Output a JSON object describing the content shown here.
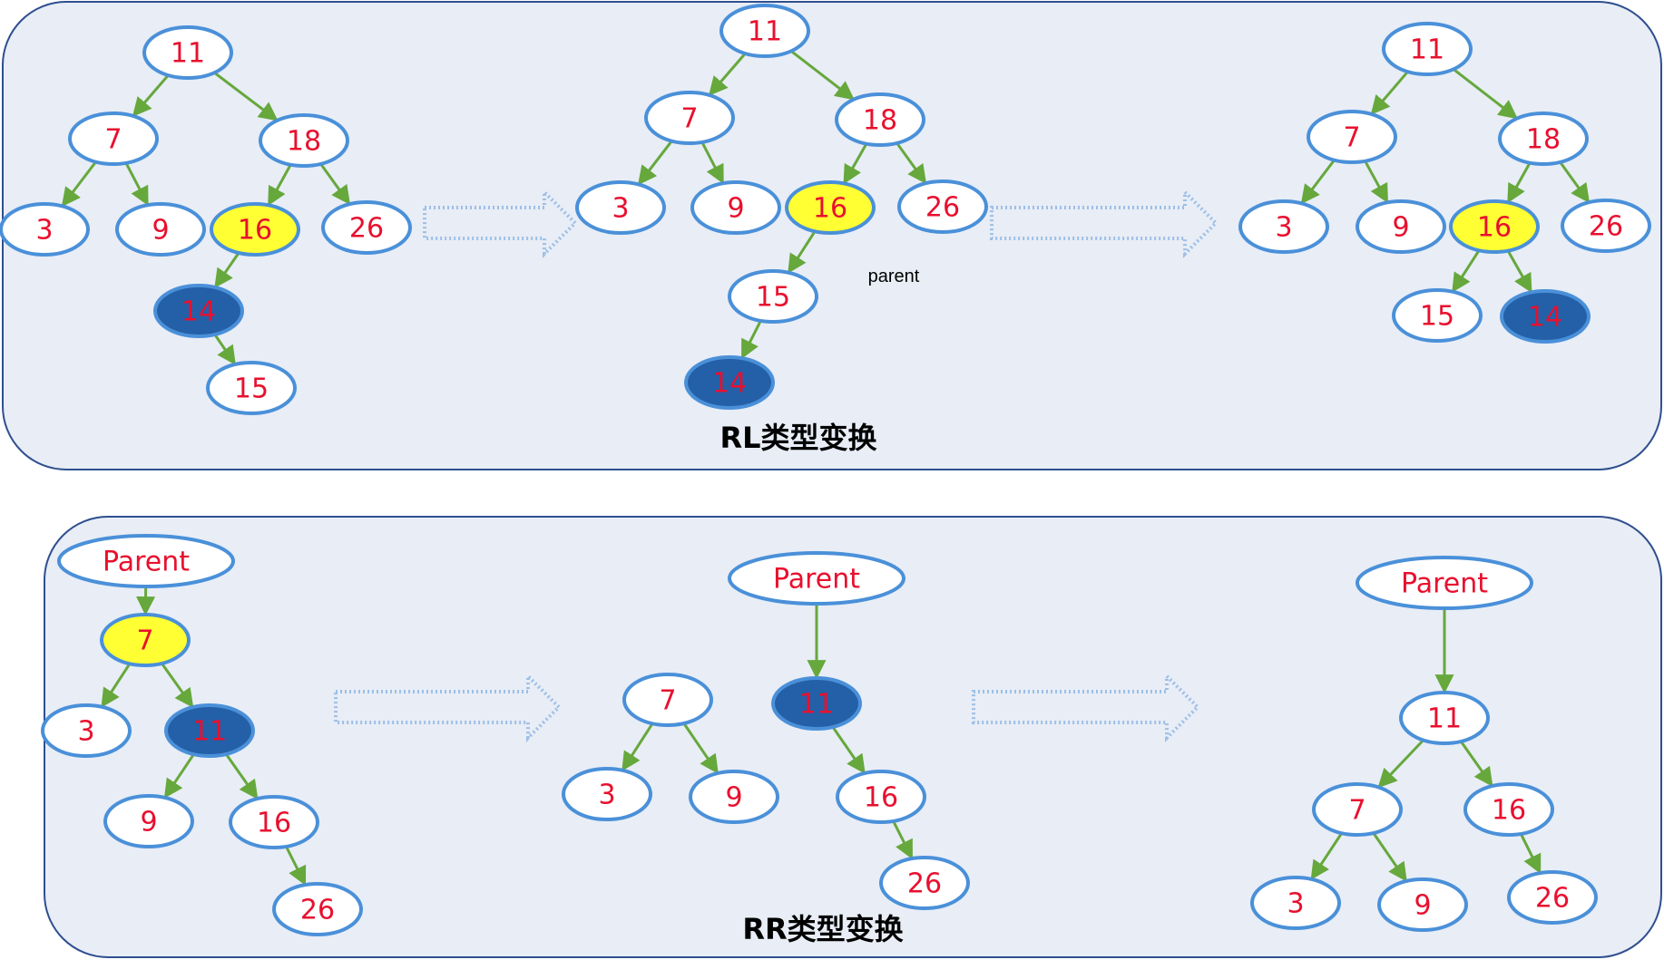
{
  "colors": {
    "panel_fill": "#E8EDF6",
    "panel_border": "#2F4F8F",
    "node_border": "#4A90D9",
    "node_fill": "#FFFFFF",
    "highlight_fill": "#FFFF33",
    "dark_fill": "#2360A8",
    "node_text": "#E8102E",
    "edge": "#66A83C",
    "arrow": "#9DBFE6"
  },
  "panels": [
    {
      "caption": "RL类型变换",
      "note": "parent",
      "trees": [
        {
          "nodes": [
            {
              "id": "a11",
              "label": "11",
              "style": "normal"
            },
            {
              "id": "a7",
              "label": "7",
              "style": "normal"
            },
            {
              "id": "a18",
              "label": "18",
              "style": "normal"
            },
            {
              "id": "a3",
              "label": "3",
              "style": "normal"
            },
            {
              "id": "a9",
              "label": "9",
              "style": "normal"
            },
            {
              "id": "a16",
              "label": "16",
              "style": "highlight"
            },
            {
              "id": "a26",
              "label": "26",
              "style": "normal"
            },
            {
              "id": "a14",
              "label": "14",
              "style": "dark"
            },
            {
              "id": "a15",
              "label": "15",
              "style": "normal"
            }
          ],
          "edges": [
            [
              "a11",
              "a7"
            ],
            [
              "a11",
              "a18"
            ],
            [
              "a7",
              "a3"
            ],
            [
              "a7",
              "a9"
            ],
            [
              "a18",
              "a16"
            ],
            [
              "a18",
              "a26"
            ],
            [
              "a16",
              "a14"
            ],
            [
              "a14",
              "a15"
            ]
          ]
        },
        {
          "nodes": [
            {
              "id": "b11",
              "label": "11",
              "style": "normal"
            },
            {
              "id": "b7",
              "label": "7",
              "style": "normal"
            },
            {
              "id": "b18",
              "label": "18",
              "style": "normal"
            },
            {
              "id": "b3",
              "label": "3",
              "style": "normal"
            },
            {
              "id": "b9",
              "label": "9",
              "style": "normal"
            },
            {
              "id": "b16",
              "label": "16",
              "style": "highlight"
            },
            {
              "id": "b26",
              "label": "26",
              "style": "normal"
            },
            {
              "id": "b15",
              "label": "15",
              "style": "normal"
            },
            {
              "id": "b14",
              "label": "14",
              "style": "dark"
            }
          ],
          "edges": [
            [
              "b11",
              "b7"
            ],
            [
              "b11",
              "b18"
            ],
            [
              "b7",
              "b3"
            ],
            [
              "b7",
              "b9"
            ],
            [
              "b18",
              "b16"
            ],
            [
              "b18",
              "b26"
            ],
            [
              "b16",
              "b15"
            ],
            [
              "b15",
              "b14"
            ]
          ]
        },
        {
          "nodes": [
            {
              "id": "c11",
              "label": "11",
              "style": "normal"
            },
            {
              "id": "c7",
              "label": "7",
              "style": "normal"
            },
            {
              "id": "c18",
              "label": "18",
              "style": "normal"
            },
            {
              "id": "c3",
              "label": "3",
              "style": "normal"
            },
            {
              "id": "c9",
              "label": "9",
              "style": "normal"
            },
            {
              "id": "c16",
              "label": "16",
              "style": "highlight"
            },
            {
              "id": "c26",
              "label": "26",
              "style": "normal"
            },
            {
              "id": "c15",
              "label": "15",
              "style": "normal"
            },
            {
              "id": "c14",
              "label": "14",
              "style": "dark"
            }
          ],
          "edges": [
            [
              "c11",
              "c7"
            ],
            [
              "c11",
              "c18"
            ],
            [
              "c7",
              "c3"
            ],
            [
              "c7",
              "c9"
            ],
            [
              "c18",
              "c16"
            ],
            [
              "c18",
              "c26"
            ],
            [
              "c16",
              "c15"
            ],
            [
              "c16",
              "c14"
            ]
          ]
        }
      ]
    },
    {
      "caption": "RR类型变换",
      "trees": [
        {
          "nodes": [
            {
              "id": "d0",
              "label": "Parent",
              "style": "normal"
            },
            {
              "id": "d7",
              "label": "7",
              "style": "highlight"
            },
            {
              "id": "d3",
              "label": "3",
              "style": "normal"
            },
            {
              "id": "d11",
              "label": "11",
              "style": "dark"
            },
            {
              "id": "d9",
              "label": "9",
              "style": "normal"
            },
            {
              "id": "d16",
              "label": "16",
              "style": "normal"
            },
            {
              "id": "d26",
              "label": "26",
              "style": "normal"
            }
          ],
          "edges": [
            [
              "d0",
              "d7"
            ],
            [
              "d7",
              "d3"
            ],
            [
              "d7",
              "d11"
            ],
            [
              "d11",
              "d9"
            ],
            [
              "d11",
              "d16"
            ],
            [
              "d16",
              "d26"
            ]
          ]
        },
        {
          "nodes": [
            {
              "id": "e0",
              "label": "Parent",
              "style": "normal"
            },
            {
              "id": "e7",
              "label": "7",
              "style": "normal"
            },
            {
              "id": "e11",
              "label": "11",
              "style": "dark"
            },
            {
              "id": "e3",
              "label": "3",
              "style": "normal"
            },
            {
              "id": "e9",
              "label": "9",
              "style": "normal"
            },
            {
              "id": "e16",
              "label": "16",
              "style": "normal"
            },
            {
              "id": "e26",
              "label": "26",
              "style": "normal"
            }
          ],
          "edges": [
            [
              "e0",
              "e11"
            ],
            [
              "e7",
              "e3"
            ],
            [
              "e7",
              "e9"
            ],
            [
              "e11",
              "e16"
            ],
            [
              "e16",
              "e26"
            ]
          ]
        },
        {
          "nodes": [
            {
              "id": "f0",
              "label": "Parent",
              "style": "normal"
            },
            {
              "id": "f11",
              "label": "11",
              "style": "normal"
            },
            {
              "id": "f7",
              "label": "7",
              "style": "normal"
            },
            {
              "id": "f16",
              "label": "16",
              "style": "normal"
            },
            {
              "id": "f3",
              "label": "3",
              "style": "normal"
            },
            {
              "id": "f9",
              "label": "9",
              "style": "normal"
            },
            {
              "id": "f26",
              "label": "26",
              "style": "normal"
            }
          ],
          "edges": [
            [
              "f0",
              "f11"
            ],
            [
              "f11",
              "f7"
            ],
            [
              "f11",
              "f16"
            ],
            [
              "f7",
              "f3"
            ],
            [
              "f7",
              "f9"
            ],
            [
              "f16",
              "f26"
            ]
          ]
        }
      ]
    }
  ]
}
